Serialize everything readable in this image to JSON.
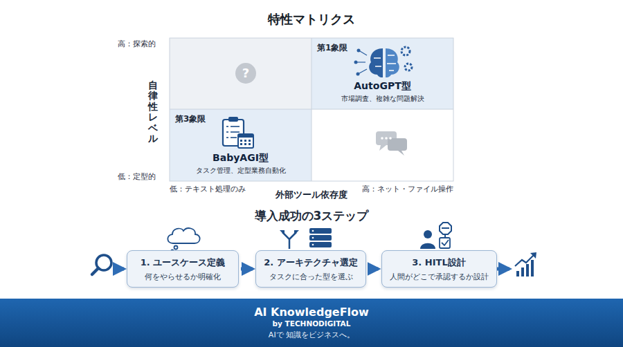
{
  "diagram": {
    "title": "特性マトリクス",
    "nodes": [
      {
        "text": [
          "第1象限",
          "AutoGPT型",
          "市場調査、複雑な問題解決"
        ]
      },
      {
        "text": [
          "第3象限",
          "BabyAGI型",
          "タスク管理、定型業務自動化"
        ]
      },
      {
        "text": [
          "1. ユースケース定義",
          "何をやらせるか明確化"
        ]
      },
      {
        "text": [
          "2. アーキテクチャ選定",
          "タスクに合った型を選ぶ"
        ]
      },
      {
        "text": [
          "3. HITL設計",
          "人間がどこで承認するか設計"
        ]
      },
      {
        "text": [
          "AI KnowledgeFlow",
          "by TECHNODIGITAL",
          "AIで 知識をビジネスへ。"
        ]
      }
    ],
    "edges": [
      {
        "from": 2,
        "to": 3,
        "arrow": "to"
      },
      {
        "from": 3,
        "to": 4,
        "arrow": "to"
      }
    ],
    "labels": [
      "高：探索的",
      "低：定型的",
      "自律性レベル",
      "低：テキスト処理のみ",
      "外部ツール依存度",
      "高：ネット・ファイル操作",
      "?",
      "導入成功の3ステップ"
    ]
  }
}
